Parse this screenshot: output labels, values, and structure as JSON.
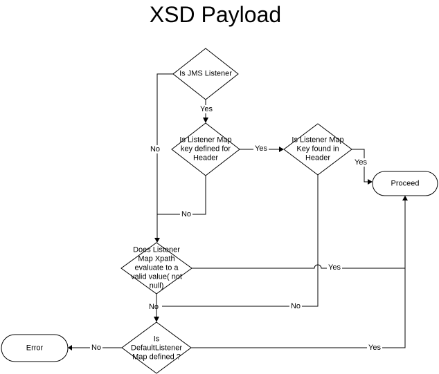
{
  "title": "XSD Payload",
  "diagram_type": "flowchart",
  "colors": {
    "stroke": "#000000",
    "background": "#ffffff",
    "text": "#000000",
    "shape_fill": "#ffffff"
  },
  "nodes": {
    "is_jms_listener": {
      "label": "Is JMS Listener",
      "shape": "decision"
    },
    "listener_map_key_defined": {
      "label": "Is Listener Map\nkey defined for\nHeader",
      "shape": "decision"
    },
    "listener_map_key_found": {
      "label": "Is Listener Map\nKey found in\nHeader",
      "shape": "decision"
    },
    "listener_map_xpath": {
      "label": "Does Listener\nMap Xpath\nevaluate to a\nvalid value( not\nnull)",
      "shape": "decision"
    },
    "default_listener_map": {
      "label": "Is\nDefaultListener\nMap defined ?",
      "shape": "decision"
    },
    "proceed": {
      "label": "Proceed",
      "shape": "terminator"
    },
    "error": {
      "label": "Error",
      "shape": "terminator"
    }
  },
  "edges": {
    "jms_listener_yes": "Yes",
    "jms_listener_no": "No",
    "key_defined_yes": "Yes",
    "key_defined_no": "No",
    "key_found_yes": "Yes",
    "key_found_no": "No",
    "xpath_yes": "Yes",
    "xpath_no": "No",
    "default_map_yes": "Yes",
    "default_map_no": "No"
  }
}
